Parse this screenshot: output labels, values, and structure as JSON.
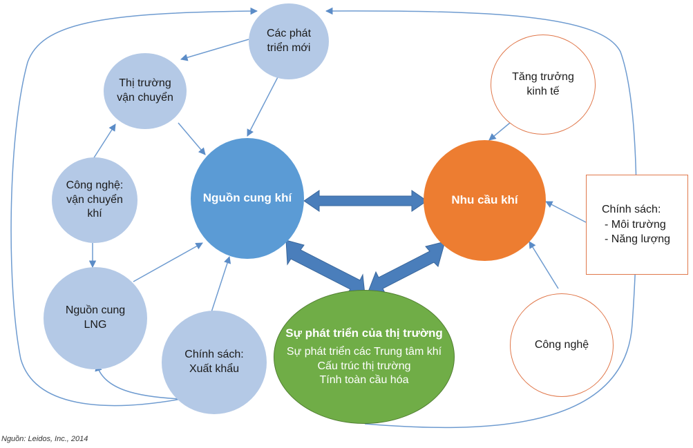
{
  "nodes": {
    "new_developments": "Các phát\ntriển mới",
    "transport_market": "Thị trường\nvận chuyển",
    "transport_tech": "Công nghệ:\nvận chuyển\nkhí",
    "lng_supply": "Nguồn cung\nLNG",
    "export_policy": "Chính sách:\nXuất khẩu",
    "gas_supply": "Nguồn cung khí",
    "gas_demand": "Nhu cầu khí",
    "economic_growth": "Tăng trưởng\nkinh tế",
    "technology": "Công nghệ"
  },
  "market": {
    "title": "Sự phát triển của thị trường",
    "lines": [
      "Sự phát triển các Trung tâm khí",
      "Cấu trúc thị trường",
      "Tính toàn cầu hóa"
    ]
  },
  "policy": {
    "title": "Chính sách:",
    "items": [
      "- Môi trường",
      "- Năng lượng"
    ]
  },
  "source": "Nguồn: Leidos, Inc., 2014",
  "colors": {
    "light_blue": "#b4c9e6",
    "supply_blue": "#5b9bd5",
    "demand_orange": "#ed7d31",
    "market_green": "#70ad47",
    "arrow_blue": "#4a7ebb",
    "outline_orange": "#e0774a"
  }
}
